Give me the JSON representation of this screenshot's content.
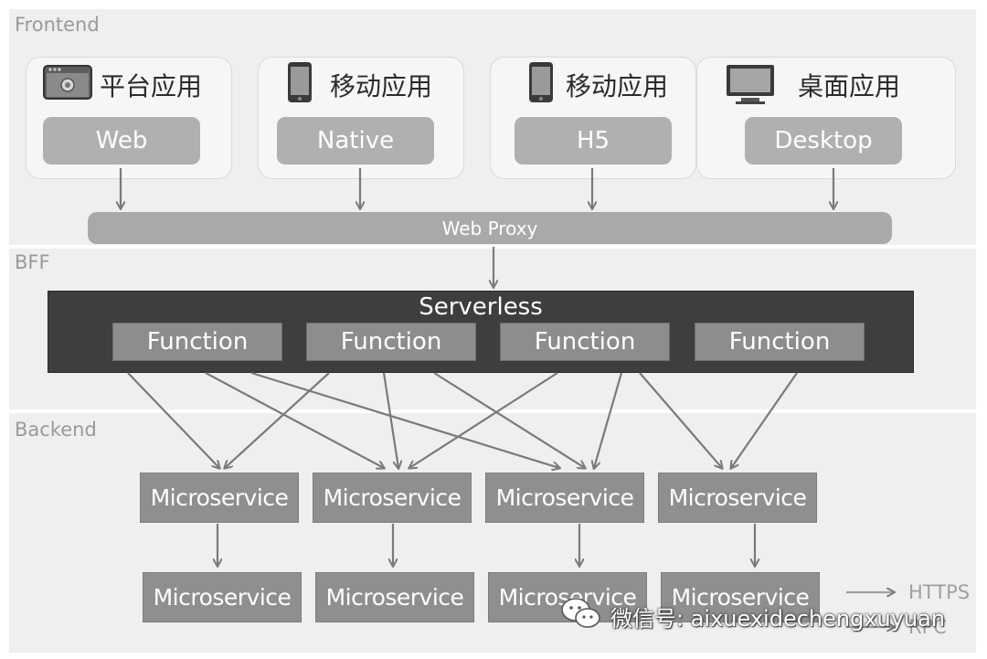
{
  "sections": {
    "frontend": "Frontend",
    "bff": "BFF",
    "backend": "Backend"
  },
  "platforms": [
    {
      "title": "平台应用",
      "button": "Web",
      "icon": "browser-icon"
    },
    {
      "title": "移动应用",
      "button": "Native",
      "icon": "phone-icon"
    },
    {
      "title": "移动应用",
      "button": "H5",
      "icon": "phone-icon"
    },
    {
      "title": "桌面应用",
      "button": "Desktop",
      "icon": "monitor-icon"
    }
  ],
  "proxy": "Web Proxy",
  "serverless": {
    "title": "Serverless",
    "functions": [
      "Function",
      "Function",
      "Function",
      "Function"
    ]
  },
  "microservices": {
    "row1": [
      "Microservice",
      "Microservice",
      "Microservice",
      "Microservice"
    ],
    "row2": [
      "Microservice",
      "Microservice",
      "Microservice",
      "Microservice"
    ]
  },
  "legend": {
    "https": "HTTPS",
    "rpc": "RPC"
  },
  "watermark": "微信号: aixuexidechengxuyuan",
  "colors": {
    "section_bg": "#efefef",
    "button_gray": "#b0b0b0",
    "serverless_bg": "#3e3e3e",
    "arrow_gray": "#7a7a7a"
  }
}
